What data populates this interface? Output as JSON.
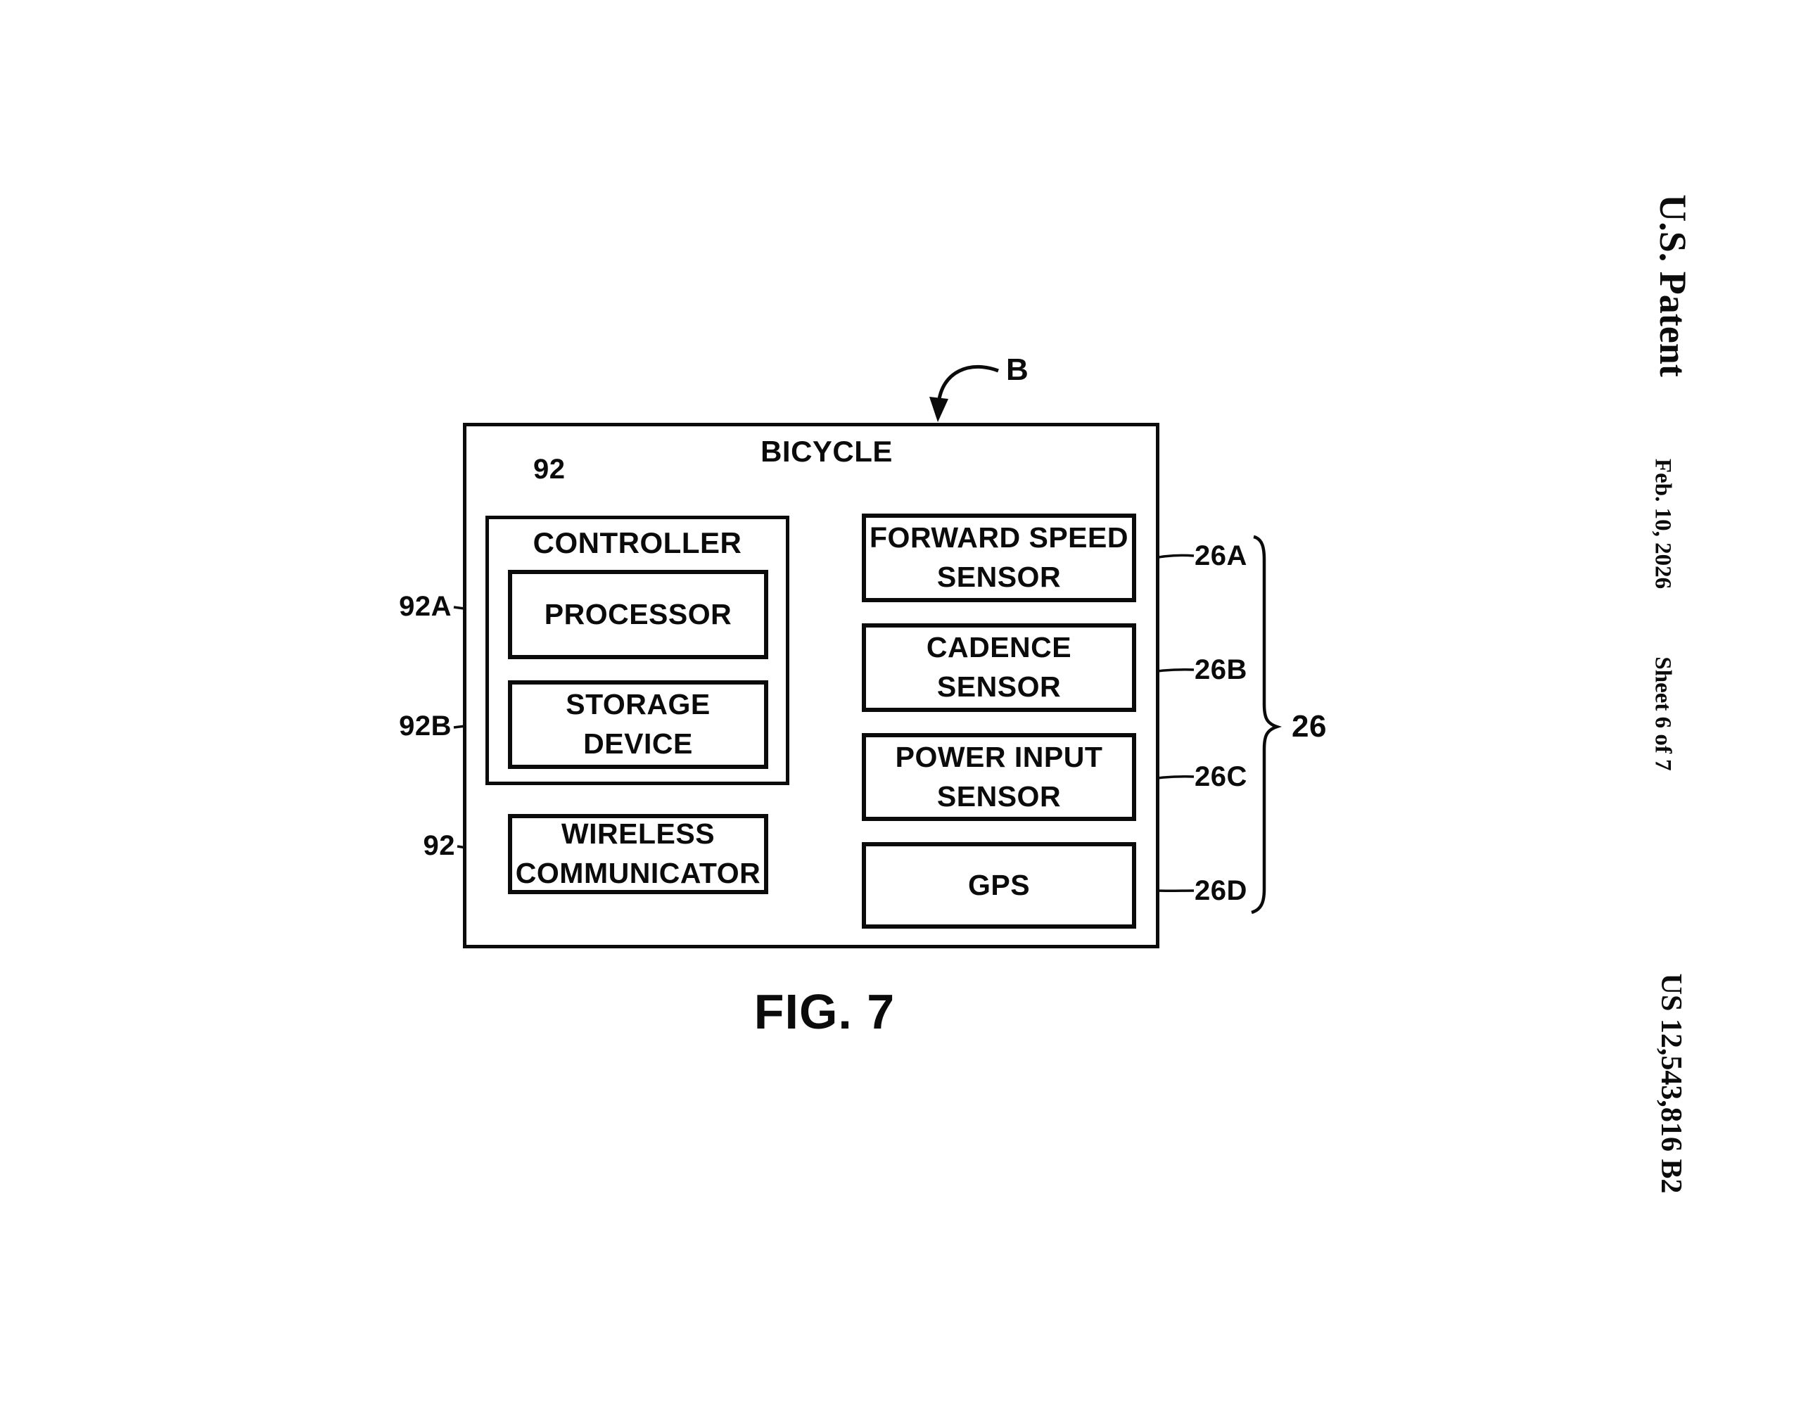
{
  "page": {
    "paper_color": "#ffffff",
    "ink_color": "#0b0b0b"
  },
  "margin_header": {
    "office": "U.S. Patent",
    "date": "Feb. 10, 2026",
    "sheet": "Sheet 6 of 7",
    "publication_number": "US 12,543,816 B2"
  },
  "figure": {
    "caption": "FIG. 7",
    "bicycle_ref": "B",
    "bicycle_title": "BICYCLE",
    "controller": {
      "title": "CONTROLLER",
      "ref": "92"
    },
    "processor": {
      "label": "PROCESSOR",
      "ref": "92A"
    },
    "storage": {
      "label": "STORAGE\nDEVICE",
      "ref": "92B"
    },
    "wireless": {
      "label": "WIRELESS\nCOMMUNICATOR",
      "ref": "92"
    },
    "forward_speed": {
      "label": "FORWARD SPEED\nSENSOR",
      "ref": "26A"
    },
    "cadence": {
      "label": "CADENCE\nSENSOR",
      "ref": "26B"
    },
    "power_input": {
      "label": "POWER INPUT\nSENSOR",
      "ref": "26C"
    },
    "gps": {
      "label": "GPS",
      "ref": "26D"
    },
    "sensor_group_ref": "26"
  }
}
